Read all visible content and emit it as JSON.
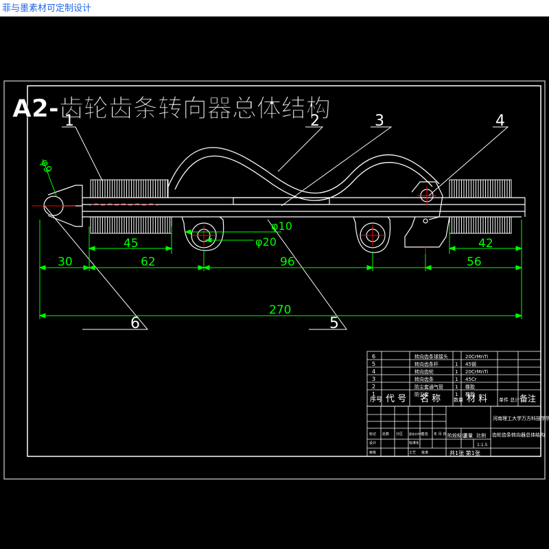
{
  "watermark": "菲与墨素材可定制设计",
  "title": "A2-齿轮齿条转向器总体结构",
  "balloons": [
    "1",
    "2",
    "3",
    "4",
    "5",
    "6"
  ],
  "dimensions": {
    "phi9": "φ9",
    "phi10": "φ10",
    "phi20": "φ20",
    "d45": "45",
    "d42": "42",
    "d30": "30",
    "d62": "62",
    "d96": "96",
    "d56": "56",
    "d270": "270"
  },
  "bom": {
    "rows": [
      {
        "no": "6",
        "name": "转向齿条球接头",
        "qty": "",
        "material": "20CrMnTi"
      },
      {
        "no": "5",
        "name": "转向齿条杆",
        "qty": "1",
        "material": "45钢"
      },
      {
        "no": "4",
        "name": "转向齿轮",
        "qty": "1",
        "material": "20CrMnTi"
      },
      {
        "no": "3",
        "name": "转向齿条",
        "qty": "1",
        "material": "45Cr"
      },
      {
        "no": "2",
        "name": "防尘套通气管",
        "qty": "1",
        "material": "橡胶"
      },
      {
        "no": "1",
        "name": "防尘套",
        "qty": "1",
        "material": "橡胶"
      }
    ],
    "header": {
      "no": "序号",
      "code": "代 号",
      "name": "名 称",
      "qty": "数量",
      "material": "材 料",
      "weight": "单件 总计",
      "remark": "备注"
    }
  },
  "title_block": {
    "school": "河南理工大学万方科技学院",
    "drawing_name": "齿轮齿条转向器总体结构",
    "stage_label": "阶段标记",
    "weight_label": "重量",
    "ratio_label": "比例",
    "ratio": "1:1.5",
    "sheets": "共1张 第1张",
    "row_labels": [
      "标记",
      "设计",
      "审核",
      "工艺"
    ],
    "mid_labels": [
      "处数",
      "分区",
      "更改文件号",
      "签名",
      "年 月 日"
    ],
    "std_label": "标准化",
    "approve_label": "批准"
  },
  "colors": {
    "background": "#000000",
    "outline": "#ffffff",
    "dimension": "#00ff00",
    "center": "#ff0000",
    "title": "#ffffff"
  }
}
